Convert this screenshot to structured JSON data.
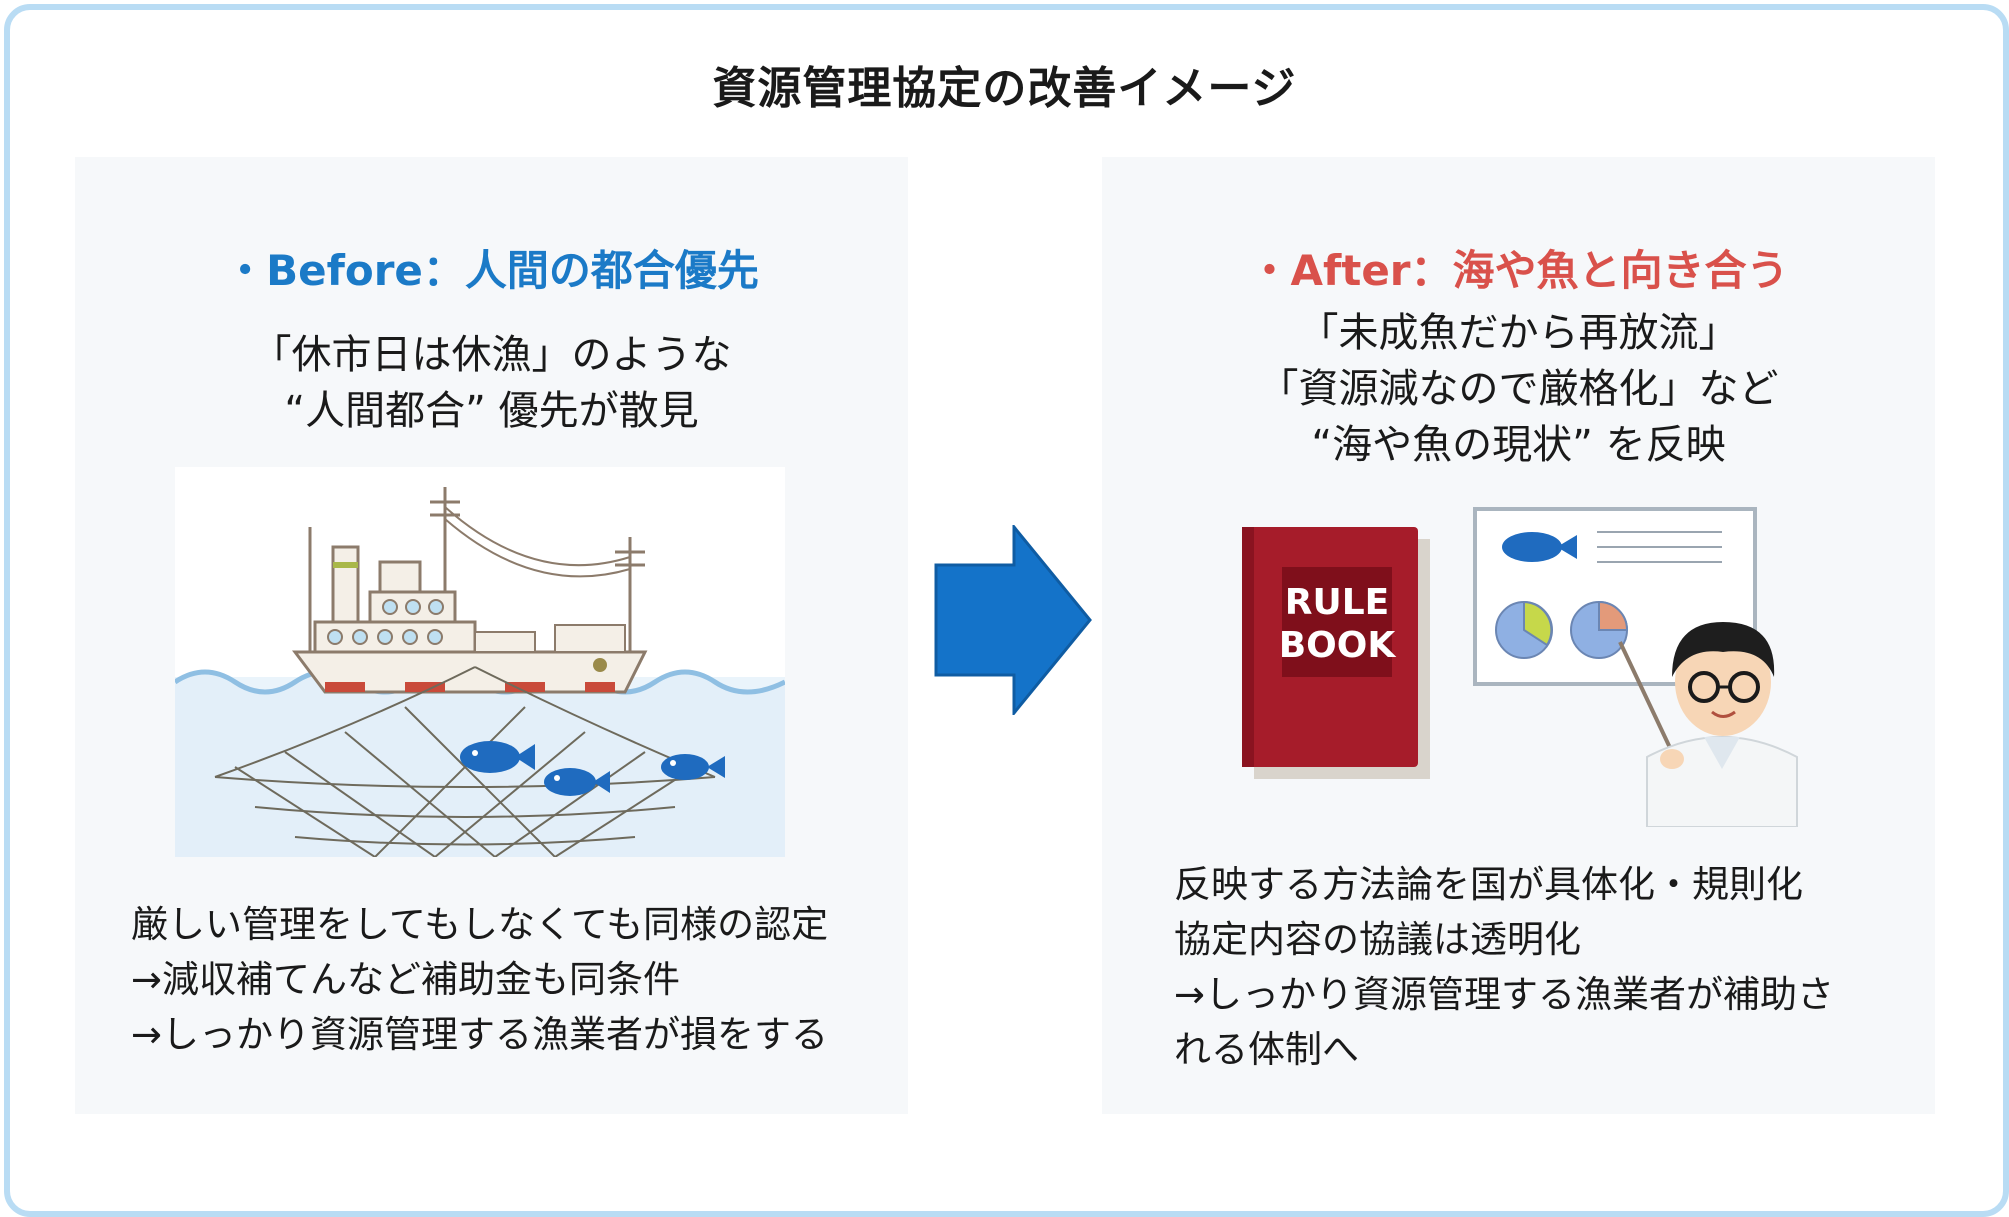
{
  "title": "資源管理協定の改善イメージ",
  "before": {
    "heading": "・Before：人間の都合優先",
    "quote": [
      "「休市日は休漁」のような",
      "“人間都合” 優先が散見"
    ],
    "body": [
      "厳しい管理をしてもしなくても同様の認定",
      "→減収補てんなど補助金も同条件",
      "→しっかり資源管理する漁業者が損をする"
    ]
  },
  "after": {
    "heading": "・After：海や魚と向き合う",
    "quote": [
      "「未成魚だから再放流」",
      "「資源減なので厳格化」など",
      "“海や魚の現状” を反映"
    ],
    "book": {
      "line1": "RULE",
      "line2": "BOOK"
    },
    "body": [
      "反映する方法論を国が具体化・規則化",
      "協定内容の協議は透明化",
      "→しっかり資源管理する漁業者が補助さ",
      "れる体制へ"
    ]
  },
  "colors": {
    "before_heading": "#1b7ac7",
    "after_heading": "#d9514b",
    "arrow": "#1473c9",
    "frame": "#b9dcf4",
    "book": "#a61c2a"
  },
  "icons": {
    "ship": "fishing-ship-with-net-icon",
    "book": "rule-book-icon",
    "presenter": "scientist-with-chart-board-icon",
    "arrow": "right-arrow-icon"
  }
}
